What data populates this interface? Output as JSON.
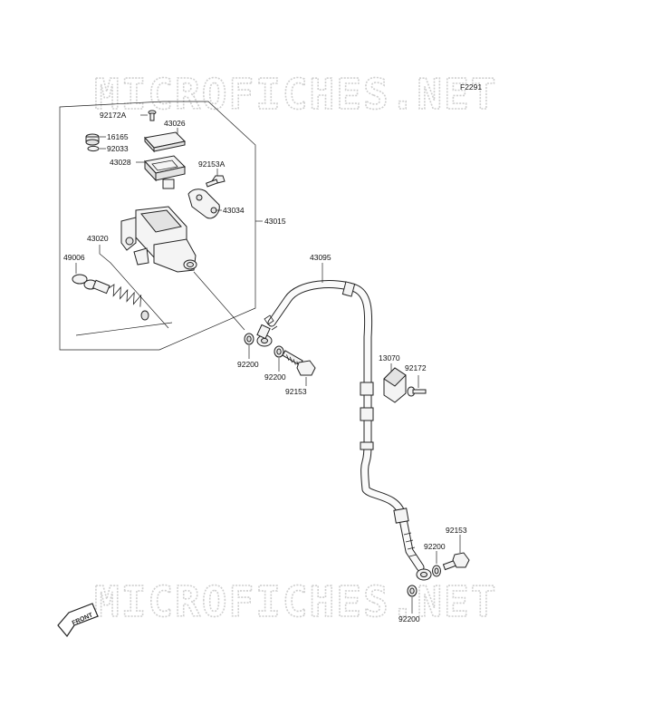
{
  "figure_code": "F2291",
  "watermark_text": "MICROFICHES.NET",
  "front_label": "FRONT",
  "labels": {
    "p92172A": "92172A",
    "p43026": "43026",
    "p16165": "16165",
    "p92033": "92033",
    "p43028": "43028",
    "p92153A": "92153A",
    "p43034": "43034",
    "p43015": "43015",
    "p43020": "43020",
    "p49006": "49006",
    "p43095": "43095",
    "p92200a": "92200",
    "p92200b": "92200",
    "p92153a": "92153",
    "p13070": "13070",
    "p92172": "92172",
    "p92153b": "92153",
    "p92200c": "92200",
    "p92200d": "92200"
  }
}
